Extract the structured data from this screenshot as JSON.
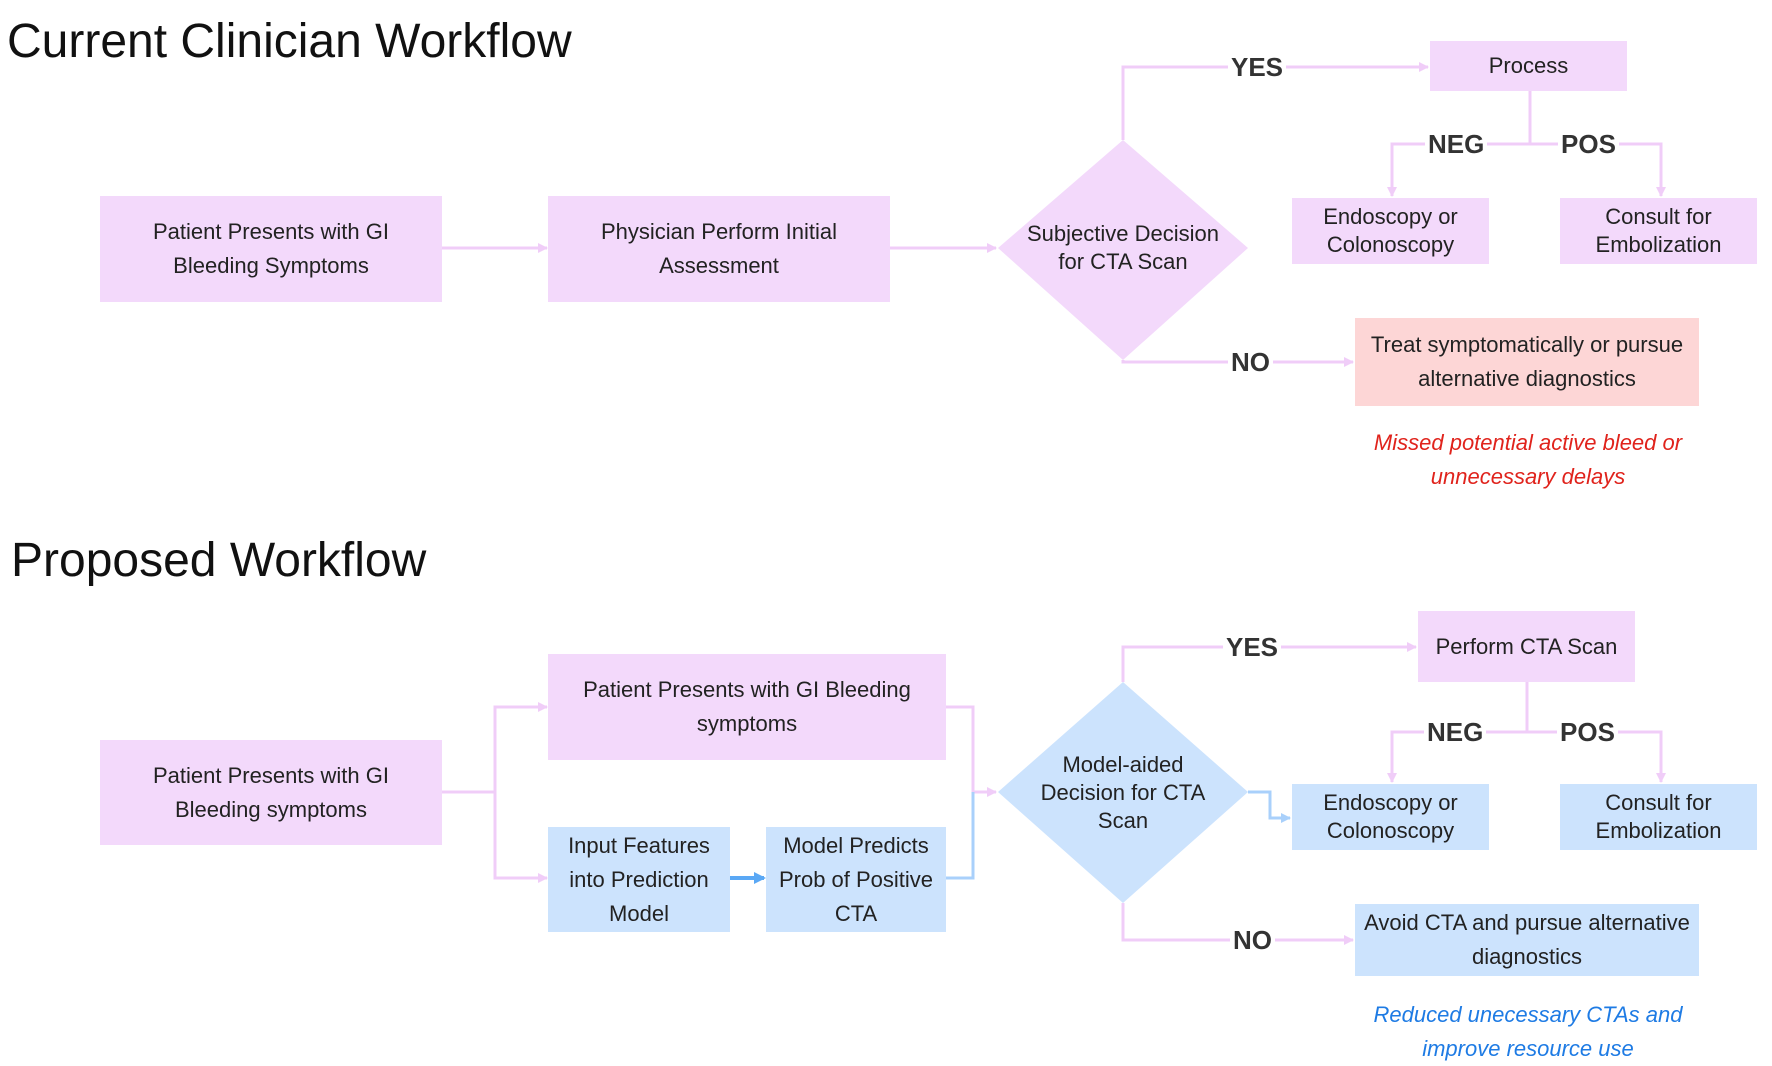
{
  "current": {
    "title": "Current Clinician Workflow",
    "patient_box": "Patient Presents with GI Bleeding Symptoms",
    "assessment_box": "Physician Perform Initial Assessment",
    "decision": "Subjective Decision for CTA Scan",
    "yes_label": "YES",
    "no_label": "NO",
    "process_box": "Process",
    "neg_label": "NEG",
    "pos_label": "POS",
    "endoscopy_box": "Endoscopy or Colonoscopy",
    "embolization_box": "Consult for Embolization",
    "treat_box": "Treat symptomatically or pursue alternative diagnostics",
    "note": "Missed potential active bleed or unnecessary delays"
  },
  "proposed": {
    "title": "Proposed Workflow",
    "patient_box": "Patient Presents with GI Bleeding symptoms",
    "patient_box_2": "Patient Presents with GI Bleeding symptoms",
    "input_box": "Input Features into Prediction Model",
    "predict_box": "Model Predicts Prob of Positive CTA",
    "decision": "Model-aided Decision for CTA Scan",
    "yes_label": "YES",
    "no_label": "NO",
    "perform_box": "Perform CTA Scan",
    "neg_label": "NEG",
    "pos_label": "POS",
    "endoscopy_box": "Endoscopy or Colonoscopy",
    "embolization_box": "Consult for Embolization",
    "avoid_box": "Avoid CTA and pursue alternative diagnostics",
    "note": "Reduced unecessary CTAs and improve resource use"
  },
  "colors": {
    "pink_fill": "#f3d9fb",
    "pink_line": "#f0cdf8",
    "blue_fill": "#cce3fd",
    "blue_line": "#a9d0fb",
    "blue_arrow": "#5aa8f5",
    "red_fill": "#fdd6d6",
    "red_note": "#e0231c",
    "blue_note": "#1e7be4"
  }
}
